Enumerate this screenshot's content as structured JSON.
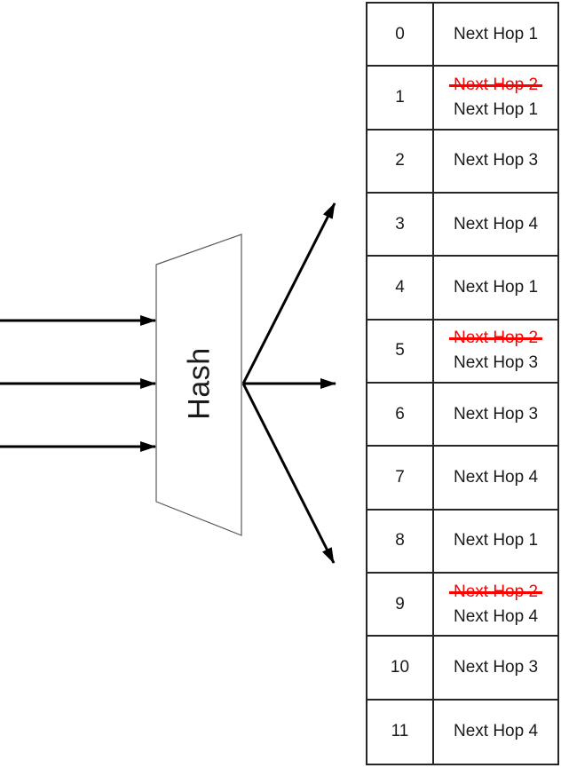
{
  "diagram": {
    "hash_label": "Hash",
    "colors": {
      "arrow": "#000000",
      "strike": "#ff0000",
      "table_border": "#262626",
      "trapezoid_stroke": "#595959",
      "text": "#1a1a1a"
    },
    "input_arrow_count": 3,
    "output_arrow_count": 3
  },
  "table": {
    "rows": [
      {
        "index": "0",
        "entries": [
          {
            "text": "Next Hop 1",
            "removed": false
          }
        ]
      },
      {
        "index": "1",
        "entries": [
          {
            "text": "Next Hop 2",
            "removed": true
          },
          {
            "text": "Next Hop 1",
            "removed": false
          }
        ]
      },
      {
        "index": "2",
        "entries": [
          {
            "text": "Next Hop 3",
            "removed": false
          }
        ]
      },
      {
        "index": "3",
        "entries": [
          {
            "text": "Next Hop 4",
            "removed": false
          }
        ]
      },
      {
        "index": "4",
        "entries": [
          {
            "text": "Next Hop 1",
            "removed": false
          }
        ]
      },
      {
        "index": "5",
        "entries": [
          {
            "text": "Next Hop 2",
            "removed": true
          },
          {
            "text": "Next Hop 3",
            "removed": false
          }
        ]
      },
      {
        "index": "6",
        "entries": [
          {
            "text": "Next Hop 3",
            "removed": false
          }
        ]
      },
      {
        "index": "7",
        "entries": [
          {
            "text": "Next Hop 4",
            "removed": false
          }
        ]
      },
      {
        "index": "8",
        "entries": [
          {
            "text": "Next Hop 1",
            "removed": false
          }
        ]
      },
      {
        "index": "9",
        "entries": [
          {
            "text": "Next Hop 2",
            "removed": true
          },
          {
            "text": "Next Hop 4",
            "removed": false
          }
        ]
      },
      {
        "index": "10",
        "entries": [
          {
            "text": "Next Hop 3",
            "removed": false
          }
        ]
      },
      {
        "index": "11",
        "entries": [
          {
            "text": "Next Hop 4",
            "removed": false
          }
        ]
      }
    ]
  }
}
